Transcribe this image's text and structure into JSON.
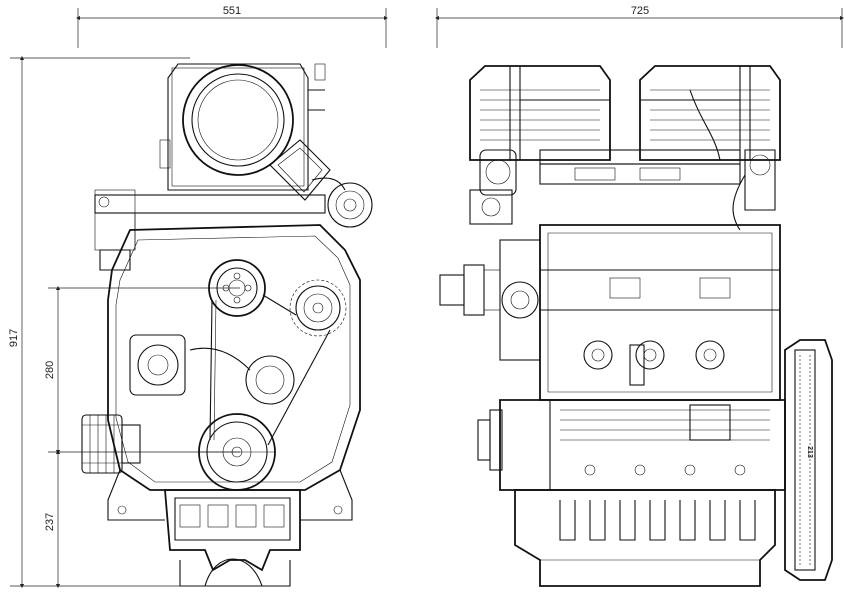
{
  "dimensions": {
    "front_width": "551",
    "side_length": "725",
    "total_height": "917",
    "crank_to_mount": "280",
    "base_to_crank": "237"
  },
  "annotations": {
    "flywheel_label": "213"
  },
  "colors": {
    "line": "#111111",
    "background": "#ffffff"
  }
}
